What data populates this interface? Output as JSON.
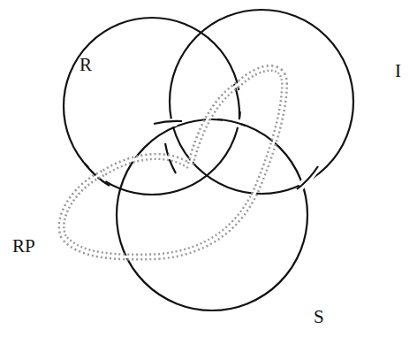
{
  "diagram": {
    "labels": [
      "R",
      "I",
      "RP",
      "S"
    ]
  }
}
